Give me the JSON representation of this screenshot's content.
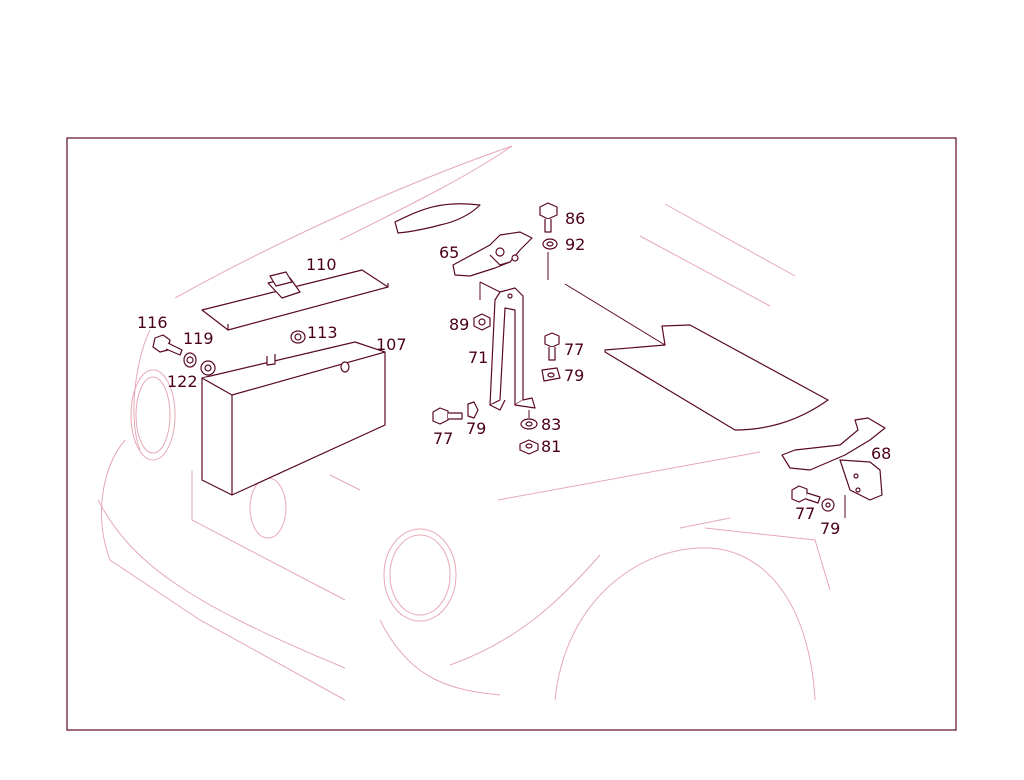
{
  "diagram": {
    "callouts": [
      {
        "id": "c86",
        "text": "86"
      },
      {
        "id": "c92",
        "text": "92"
      },
      {
        "id": "c65",
        "text": "65"
      },
      {
        "id": "c110",
        "text": "110"
      },
      {
        "id": "c116",
        "text": "116"
      },
      {
        "id": "c119",
        "text": "119"
      },
      {
        "id": "c113",
        "text": "113"
      },
      {
        "id": "c107",
        "text": "107"
      },
      {
        "id": "c122",
        "text": "122"
      },
      {
        "id": "c89",
        "text": "89"
      },
      {
        "id": "c71",
        "text": "71"
      },
      {
        "id": "c77a",
        "text": "77"
      },
      {
        "id": "c79a",
        "text": "79"
      },
      {
        "id": "c77b",
        "text": "77"
      },
      {
        "id": "c79b",
        "text": "79"
      },
      {
        "id": "c83",
        "text": "83"
      },
      {
        "id": "c81",
        "text": "81"
      },
      {
        "id": "c68",
        "text": "68"
      },
      {
        "id": "c77c",
        "text": "77"
      },
      {
        "id": "c79c",
        "text": "79"
      }
    ],
    "colors": {
      "line": "#5a0a22",
      "ghost": "#e6a9b6",
      "frame": "#5a0a22",
      "text": "#4a0016"
    }
  }
}
